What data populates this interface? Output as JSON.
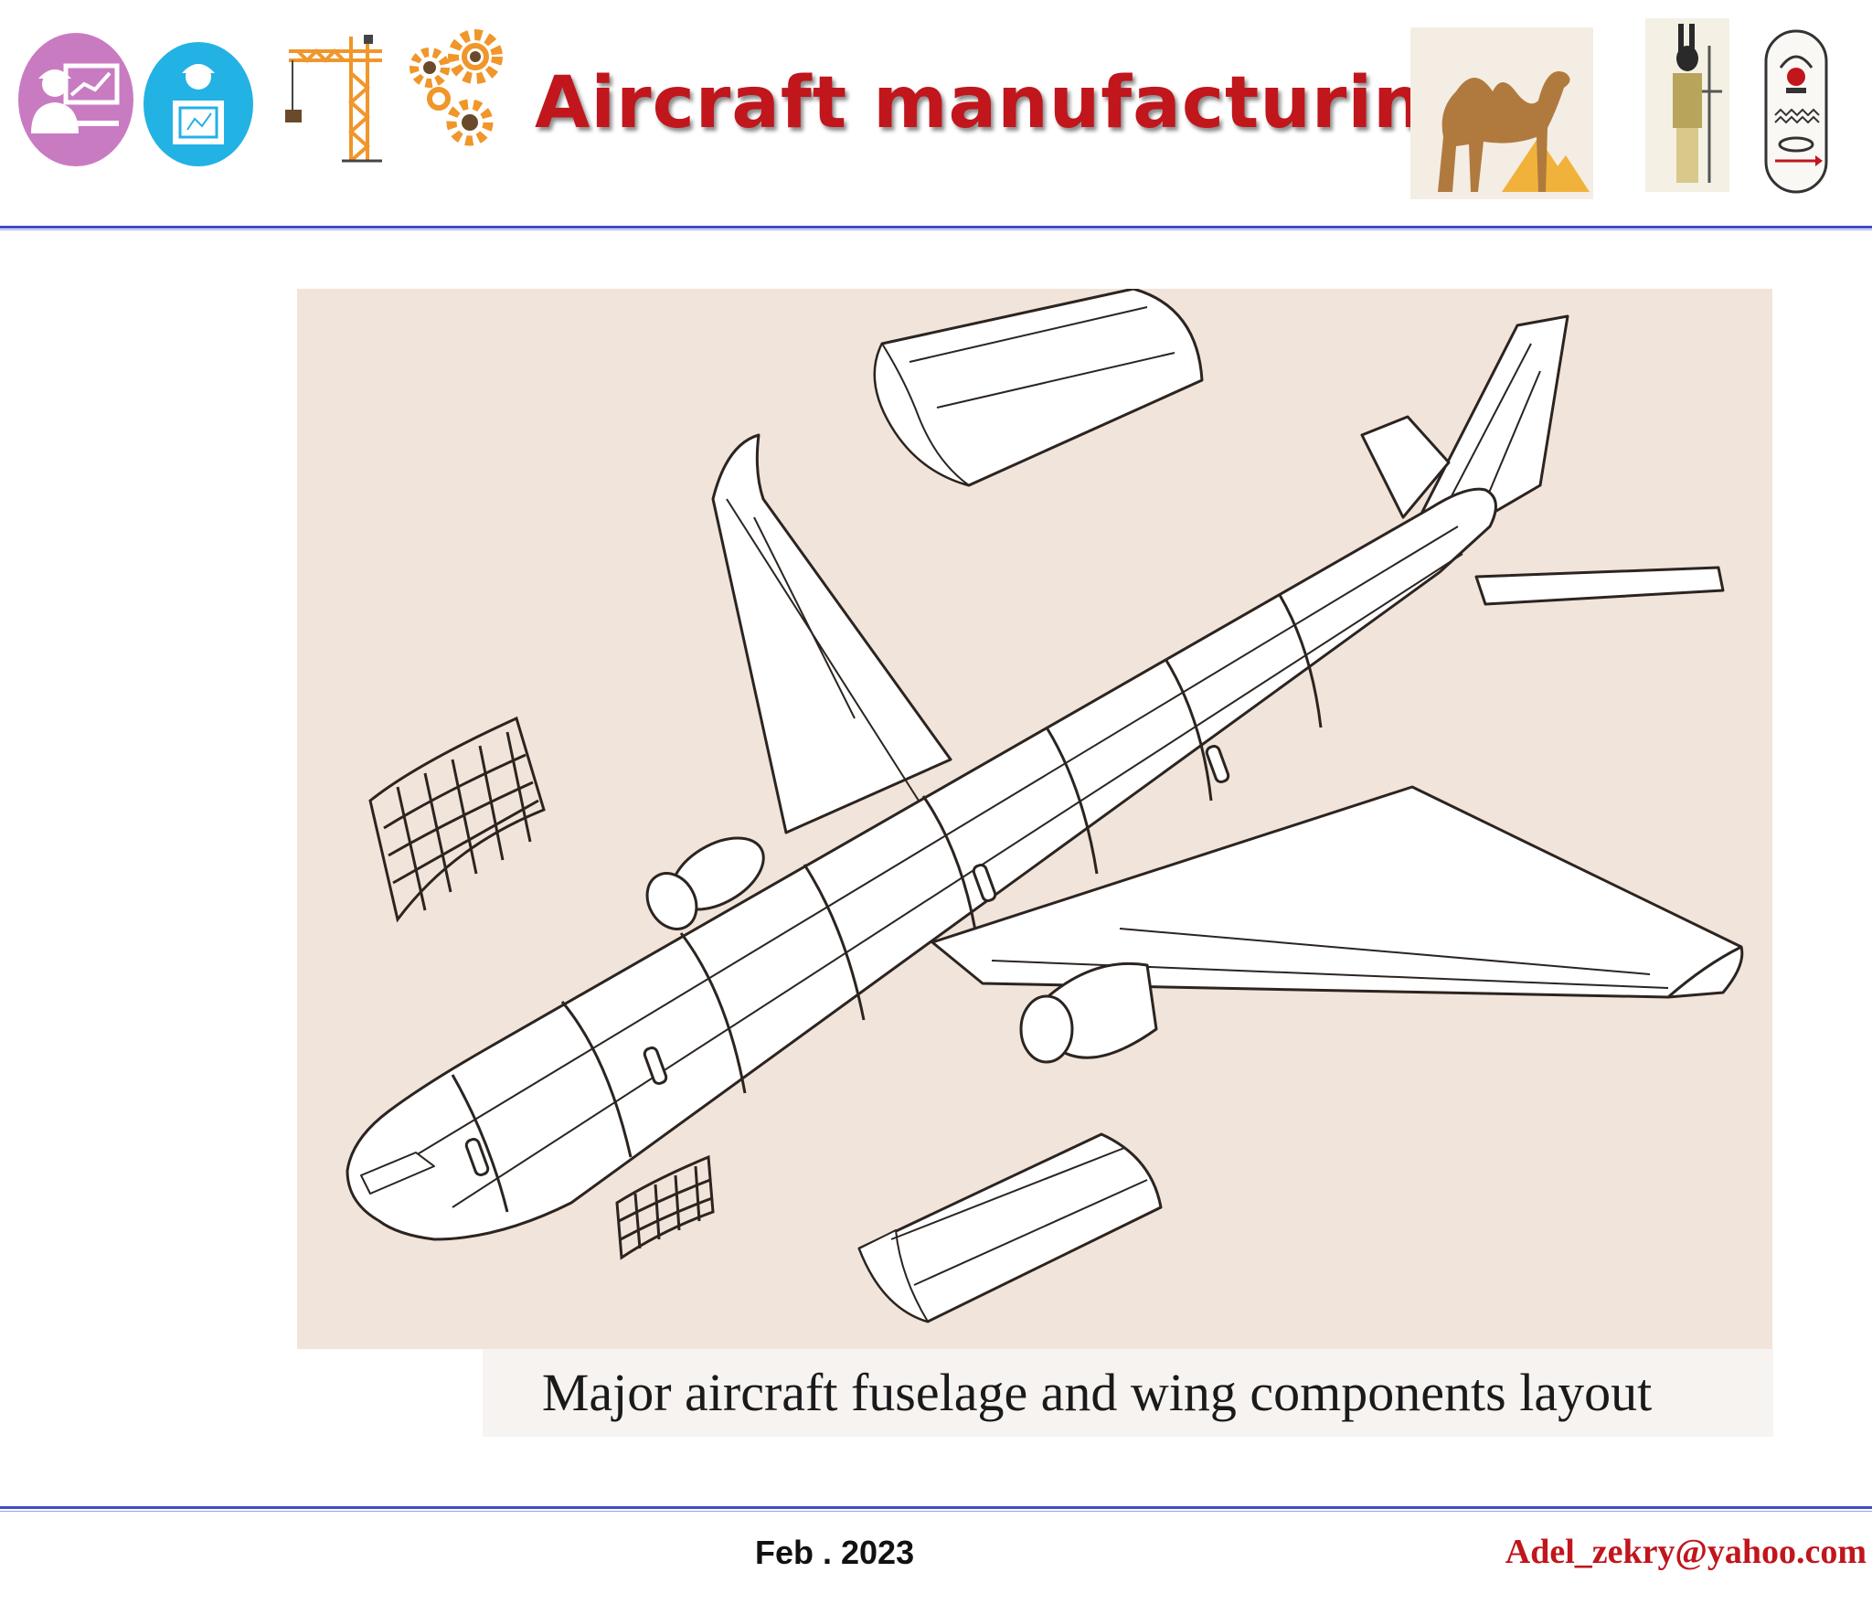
{
  "header": {
    "title": "Aircraft manufacturing",
    "icons": [
      "engineer-presentation-icon",
      "engineer-blueprint-icon",
      "tower-crane-icon",
      "gears-icon",
      "camel-pyramids-icon",
      "anubis-figure-icon",
      "cartouche-icon"
    ]
  },
  "figure": {
    "caption": "Major aircraft fuselage and wing components layout"
  },
  "footer": {
    "date": "Feb . 2023",
    "email": "Adel_zekry@yahoo.com"
  },
  "colors": {
    "title": "#c0161c",
    "rule": "#3f4cc8",
    "figure_bg": "#f1e4da",
    "icon_purple": "#c97bc2",
    "icon_blue": "#23b2e4",
    "icon_orange": "#f0962a"
  }
}
